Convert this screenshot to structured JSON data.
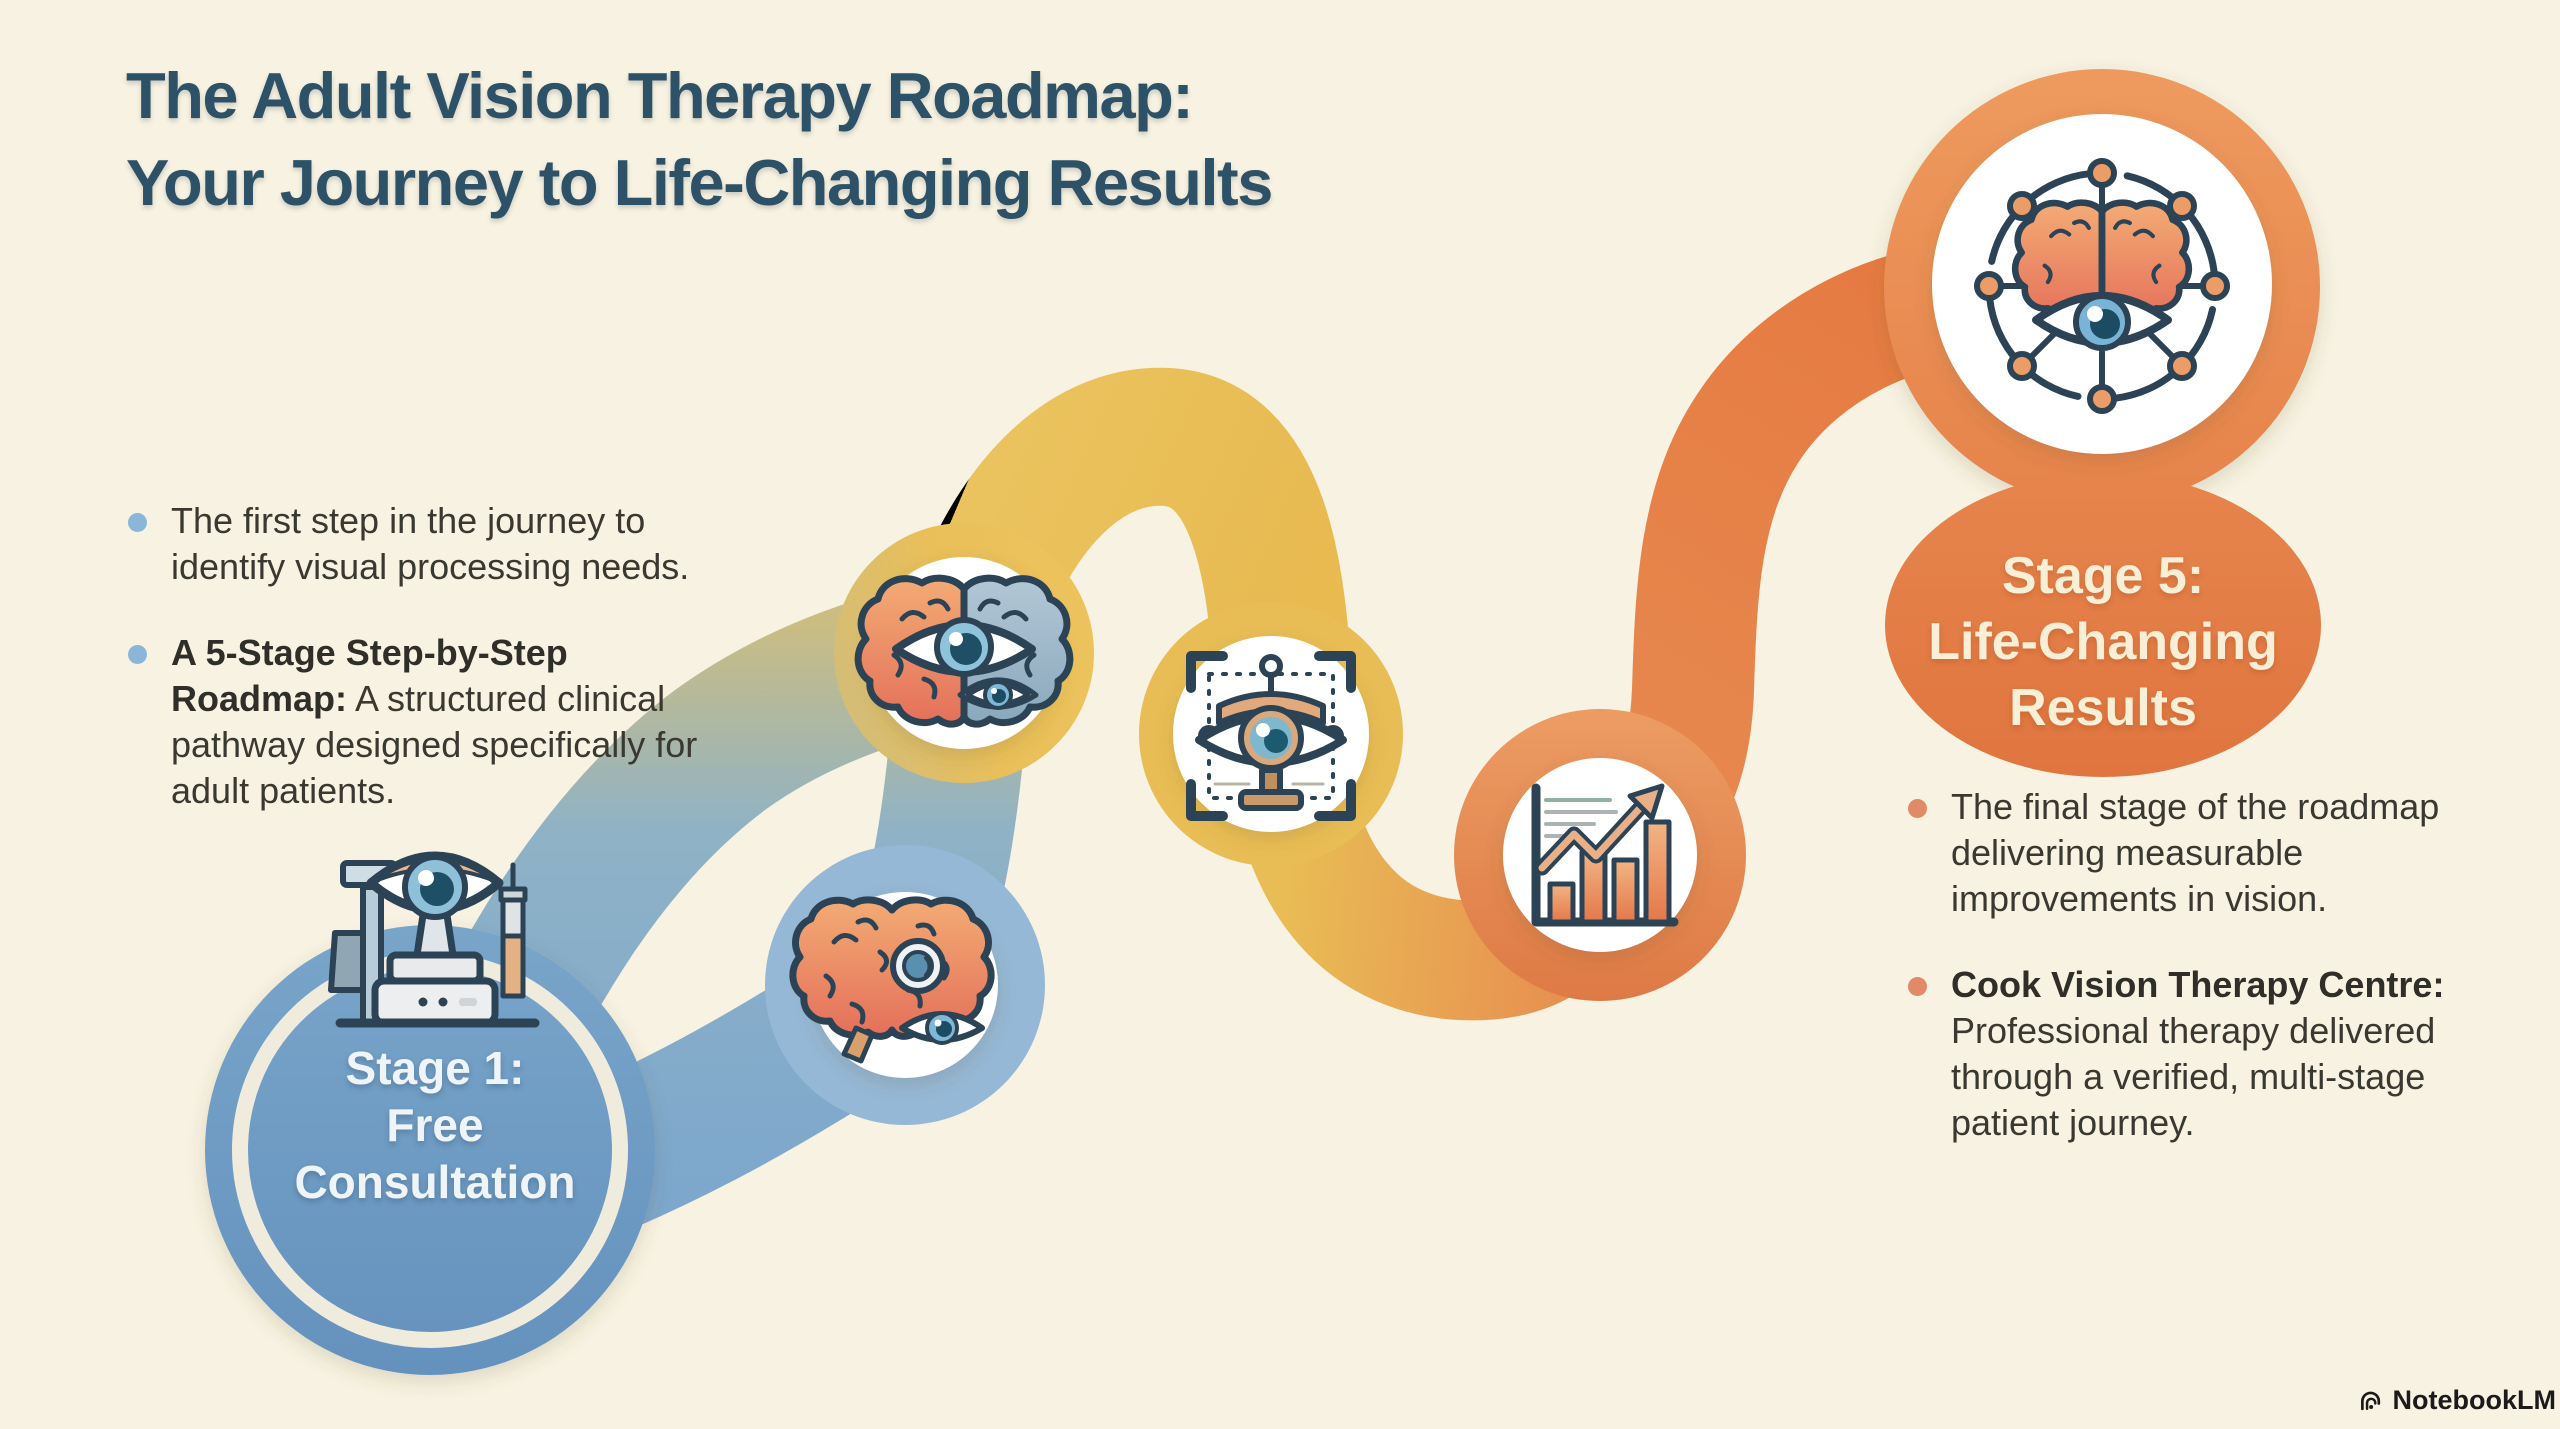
{
  "title": {
    "line1": "The Adult Vision Therapy Roadmap:",
    "line2": "Your Journey to Life-Changing Results"
  },
  "left_bullets": [
    {
      "bold": "",
      "text": "The first step in the journey to identify visual processing needs."
    },
    {
      "bold": "A 5-Stage Step-by-Step Roadmap:",
      "text": " A structured clinical pathway designed specifically for adult patients."
    }
  ],
  "right_bullets": [
    {
      "bold": "",
      "text": "The final stage of the roadmap delivering measurable improvements in vision."
    },
    {
      "bold": "Cook Vision Therapy Centre:",
      "text": " Professional therapy delivered through a verified, multi-stage patient journey."
    }
  ],
  "stage1": {
    "lines": [
      "Stage 1:",
      "Free",
      "Consultation"
    ]
  },
  "stage5": {
    "lines": [
      "Stage 5:",
      "Life-Changing",
      "Results"
    ]
  },
  "watermark": {
    "label": "NotebookLM"
  },
  "icons": {
    "stage1_node": "eye-examination-instrument-icon",
    "node2": "split-brain-with-eyes-icon",
    "node3": "brain-with-eyes-icon",
    "node4": "eye-calibration-frame-icon",
    "node5": "growth-chart-icon",
    "stage5_node": "brain-eye-network-icon",
    "watermark": "notebooklm-logo-icon"
  },
  "colors": {
    "background": "#f7f2e1",
    "title_text": "#2d5166",
    "body_text": "#393831",
    "path_blue": "#83abce",
    "path_yellow": "#e9bd55",
    "path_orange": "#e78a50",
    "stage5_orange": "#e2763f",
    "blue_bullet": "#8ab6d8",
    "orange_bullet": "#e08a67",
    "stage_label_text": "#f9efd7",
    "node_white": "#ffffff",
    "icon_outline": "#2c4356",
    "watermark_text": "#1b1b1b"
  }
}
